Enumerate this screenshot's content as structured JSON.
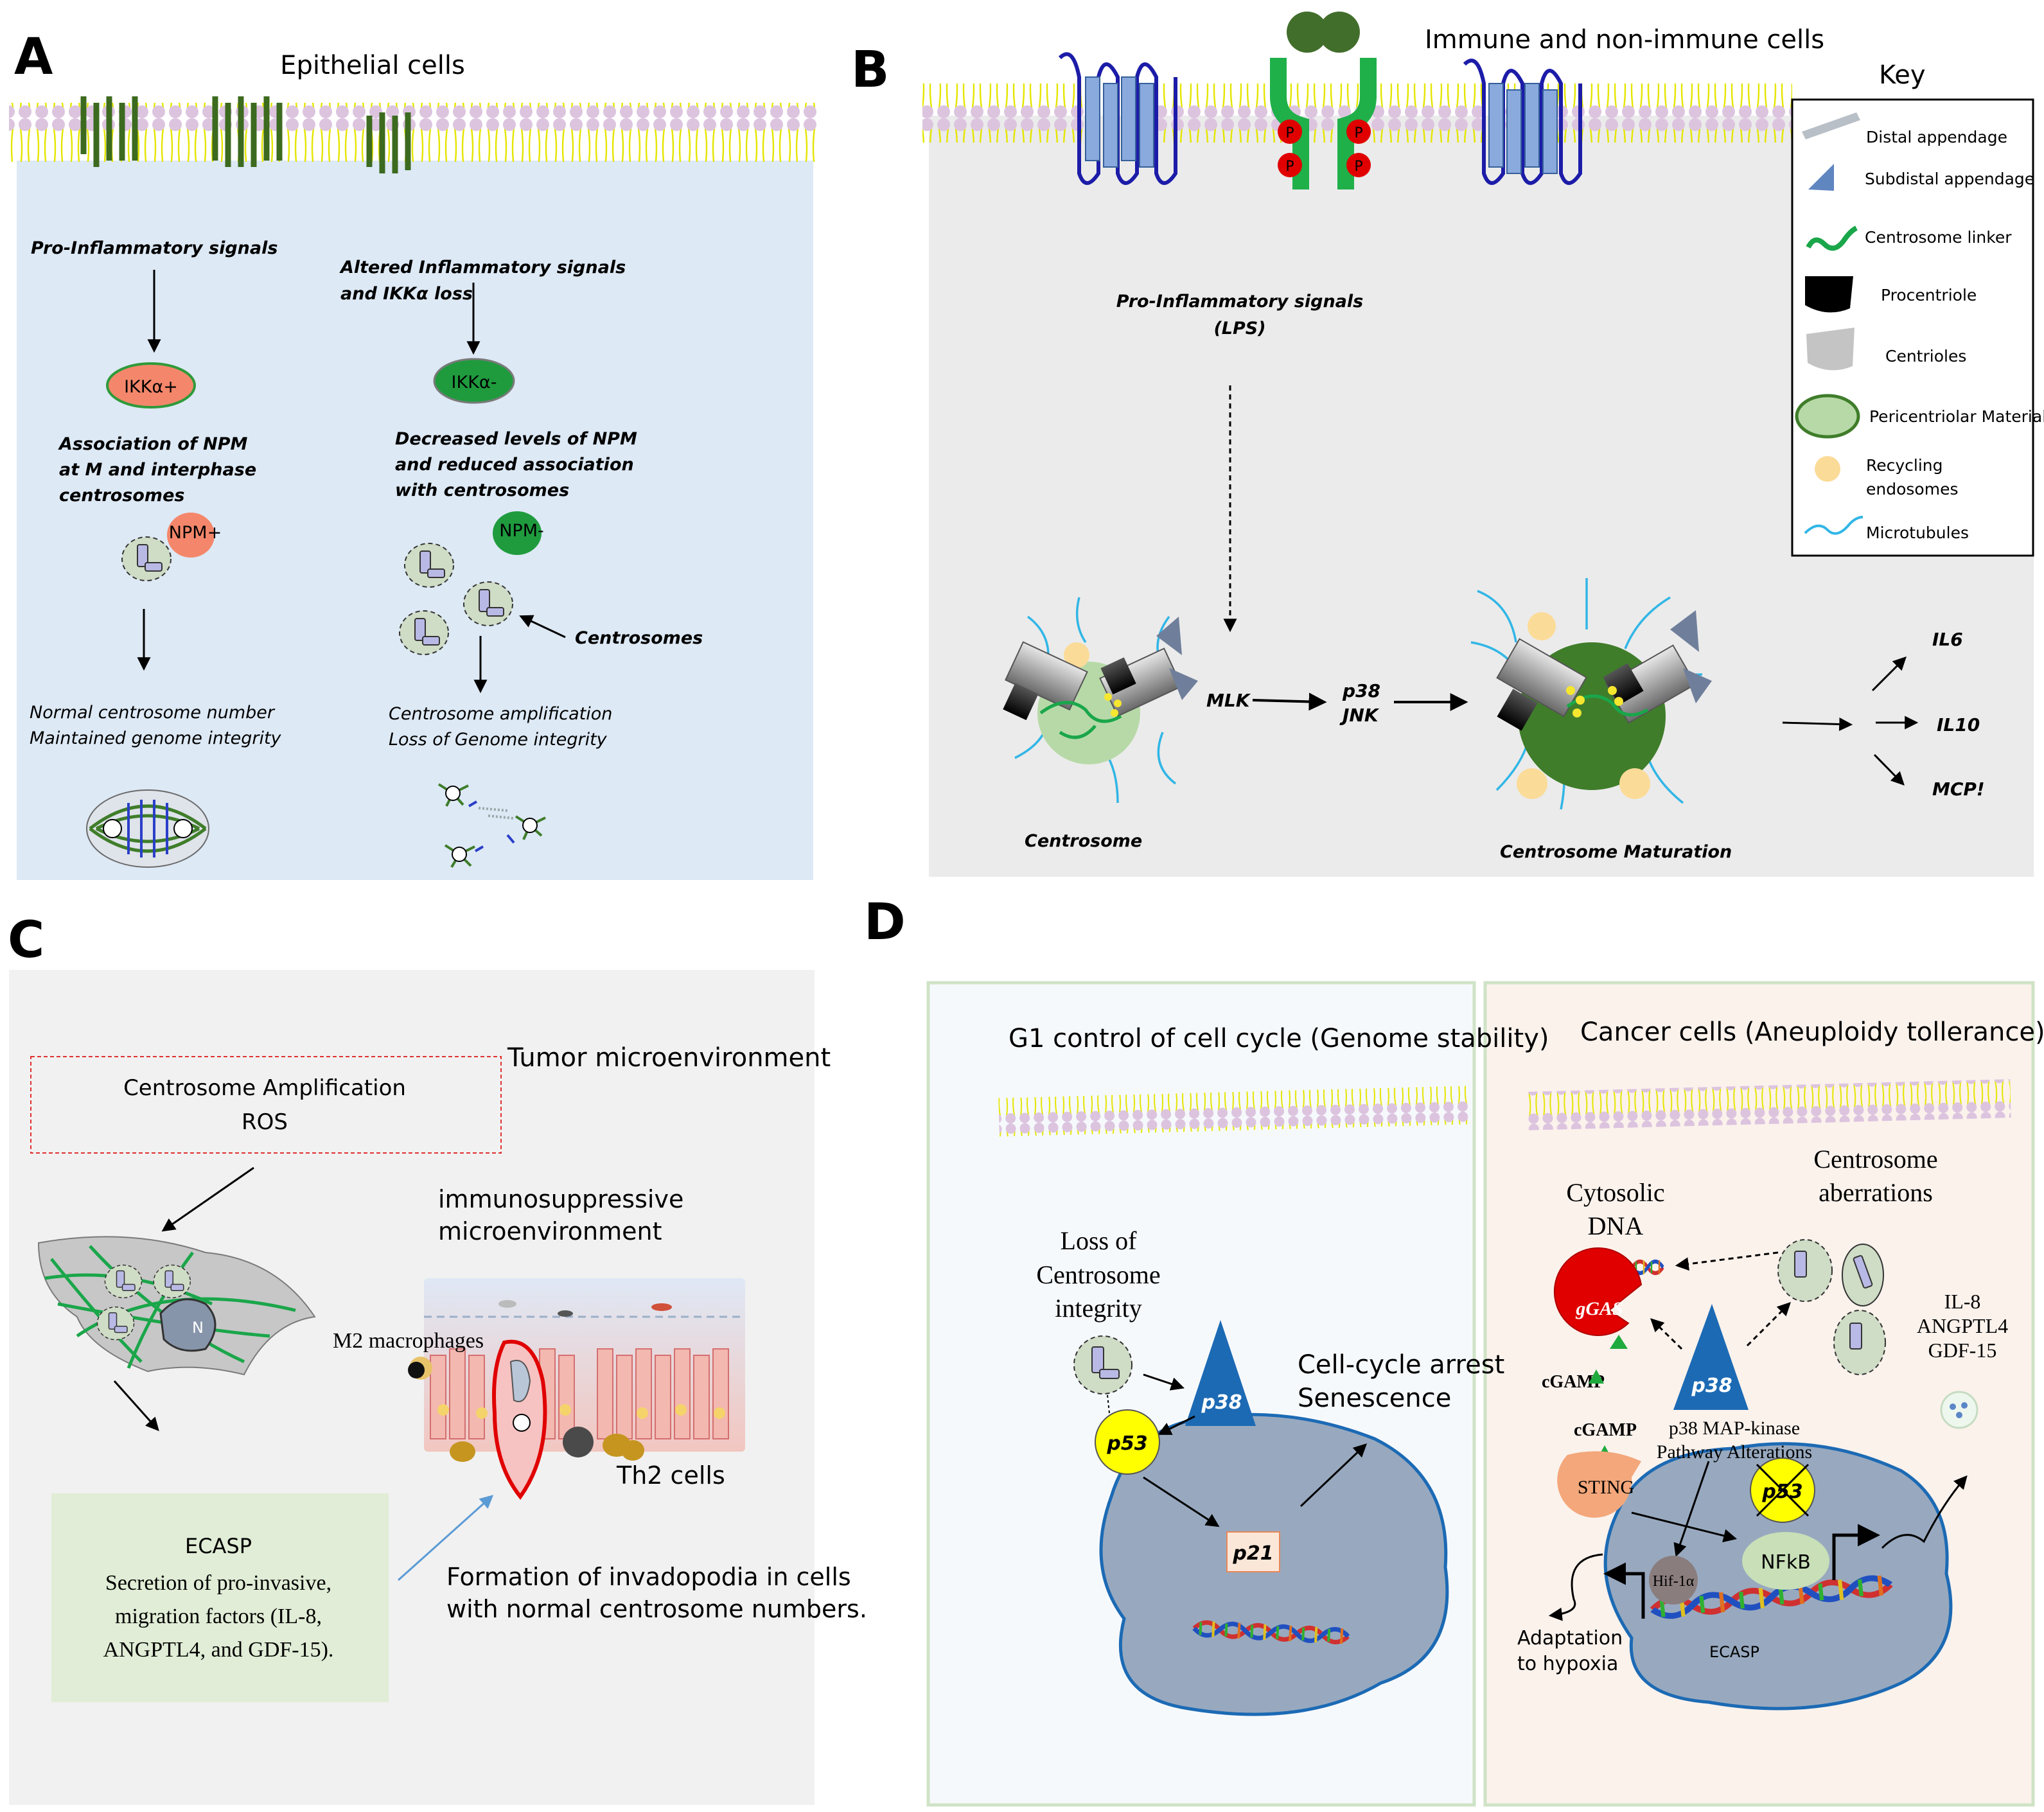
{
  "panel_a": {
    "letter": "A",
    "title": "Epithelial cells",
    "left_signal": "Pro-Inflammatory signals",
    "right_signal_l1": "Altered Inflammatory signals",
    "right_signal_l2": "and IKKα  loss",
    "ikk_plus": "IKKα+",
    "ikk_minus": "IKKα-",
    "assoc_l1": "Association of NPM",
    "assoc_l2": "at  M and interphase",
    "assoc_l3": "centrosomes",
    "decr_l1": "Decreased levels of NPM",
    "decr_l2": "and reduced association",
    "decr_l3": "with centrosomes",
    "npm_plus": "NPM+",
    "npm_minus": "NPM-",
    "centrosomes": "Centrosomes",
    "normal_l1": "Normal centrosome number",
    "normal_l2": "Maintained genome integrity",
    "amp_l1": "Centrosome amplification",
    "amp_l2": "Loss of Genome integrity"
  },
  "panel_b": {
    "letter": "B",
    "title": "Immune and non-immune cells",
    "phospho": "P",
    "signal_l1": "Pro-Inflammatory signals",
    "signal_l2": "(LPS)",
    "mlk": "MLK",
    "p38": "p38",
    "jnk": "JNK",
    "centrosome": "Centrosome",
    "maturation": "Centrosome Maturation",
    "il6": "IL6",
    "il10": "IL10",
    "mcp": "MCP!",
    "key_title": "Key",
    "key_items": [
      {
        "l1": "Distal appendage",
        "l2": ""
      },
      {
        "l1": "Subdistal appendage",
        "l2": ""
      },
      {
        "l1": "Centrosome linker",
        "l2": ""
      },
      {
        "l1": "Procentriole",
        "l2": ""
      },
      {
        "l1": "Centrioles",
        "l2": ""
      },
      {
        "l1": "Pericentriolar Material",
        "l2": ""
      },
      {
        "l1": "Recycling",
        "l2": "endosomes"
      },
      {
        "l1": "Microtubules",
        "l2": ""
      }
    ]
  },
  "panel_c": {
    "letter": "C",
    "amp_l1": "Centrosome Amplification",
    "amp_l2": "ROS",
    "tumor": "Tumor microenvironment",
    "immuno_l1": "immunosuppressive",
    "immuno_l2": "microenvironment",
    "nucleus": "N",
    "m2": "M2 macrophages",
    "th2": "Th2 cells",
    "ecasp_l1": "ECASP",
    "ecasp_l2": "Secretion of  pro-invasive,",
    "ecasp_l3": "migration factors (IL-8,",
    "ecasp_l4": "ANGPTL4, and GDF-15).",
    "invado_l1": "Formation of invadopodia in cells",
    "invado_l2": "with normal centrosome numbers."
  },
  "panel_d": {
    "letter": "D",
    "left_title": "G1 control of cell cycle (Genome stability)",
    "right_title": "Cancer cells  (Aneuploidy tollerance)",
    "loss_l1": "Loss of",
    "loss_l2": "Centrosome",
    "loss_l3": "integrity",
    "p38": "p38",
    "p53": "p53",
    "p21": "p21",
    "arrest_l1": "Cell-cycle arrest",
    "arrest_l2": "Senescence",
    "cyto_l1": "Cytosolic",
    "cyto_l2": "DNA",
    "aberr_l1": "Centrosome",
    "aberr_l2": "aberrations",
    "ggas": "gGAS",
    "cgamp1": "cGAMP",
    "cgamp2": "cGAMP",
    "mapk_l1": "p38 MAP-kinase",
    "mapk_l2": "Pathway Alterations",
    "sting": "STING",
    "hif": "Hif-1α",
    "nfkb": "NFkB",
    "ecasp": "ECASP",
    "adapt_l1": "Adaptation",
    "adapt_l2": "to hypoxia",
    "factors": [
      "IL-8",
      "ANGPTL4",
      "GDF-15"
    ]
  },
  "colors": {
    "panel_a_bg": "#dde9f5",
    "panel_b_bg": "#ebebeb",
    "panel_c_bg": "#f1f1f1",
    "panel_d_left_bg": "#f6f9fc",
    "panel_d_right_bg": "#fbf2ec",
    "ikk_plus": "#f4876b",
    "ikk_minus": "#1f9b3e",
    "p38": "#1c6ab4",
    "p53": "#ffff00",
    "nucleus": "#98a9bf",
    "membrane_head": "#dcc4df",
    "membrane_tail": "#f2f200",
    "pcm_dark": "#3f7d2a",
    "linker": "#1aa64a"
  }
}
